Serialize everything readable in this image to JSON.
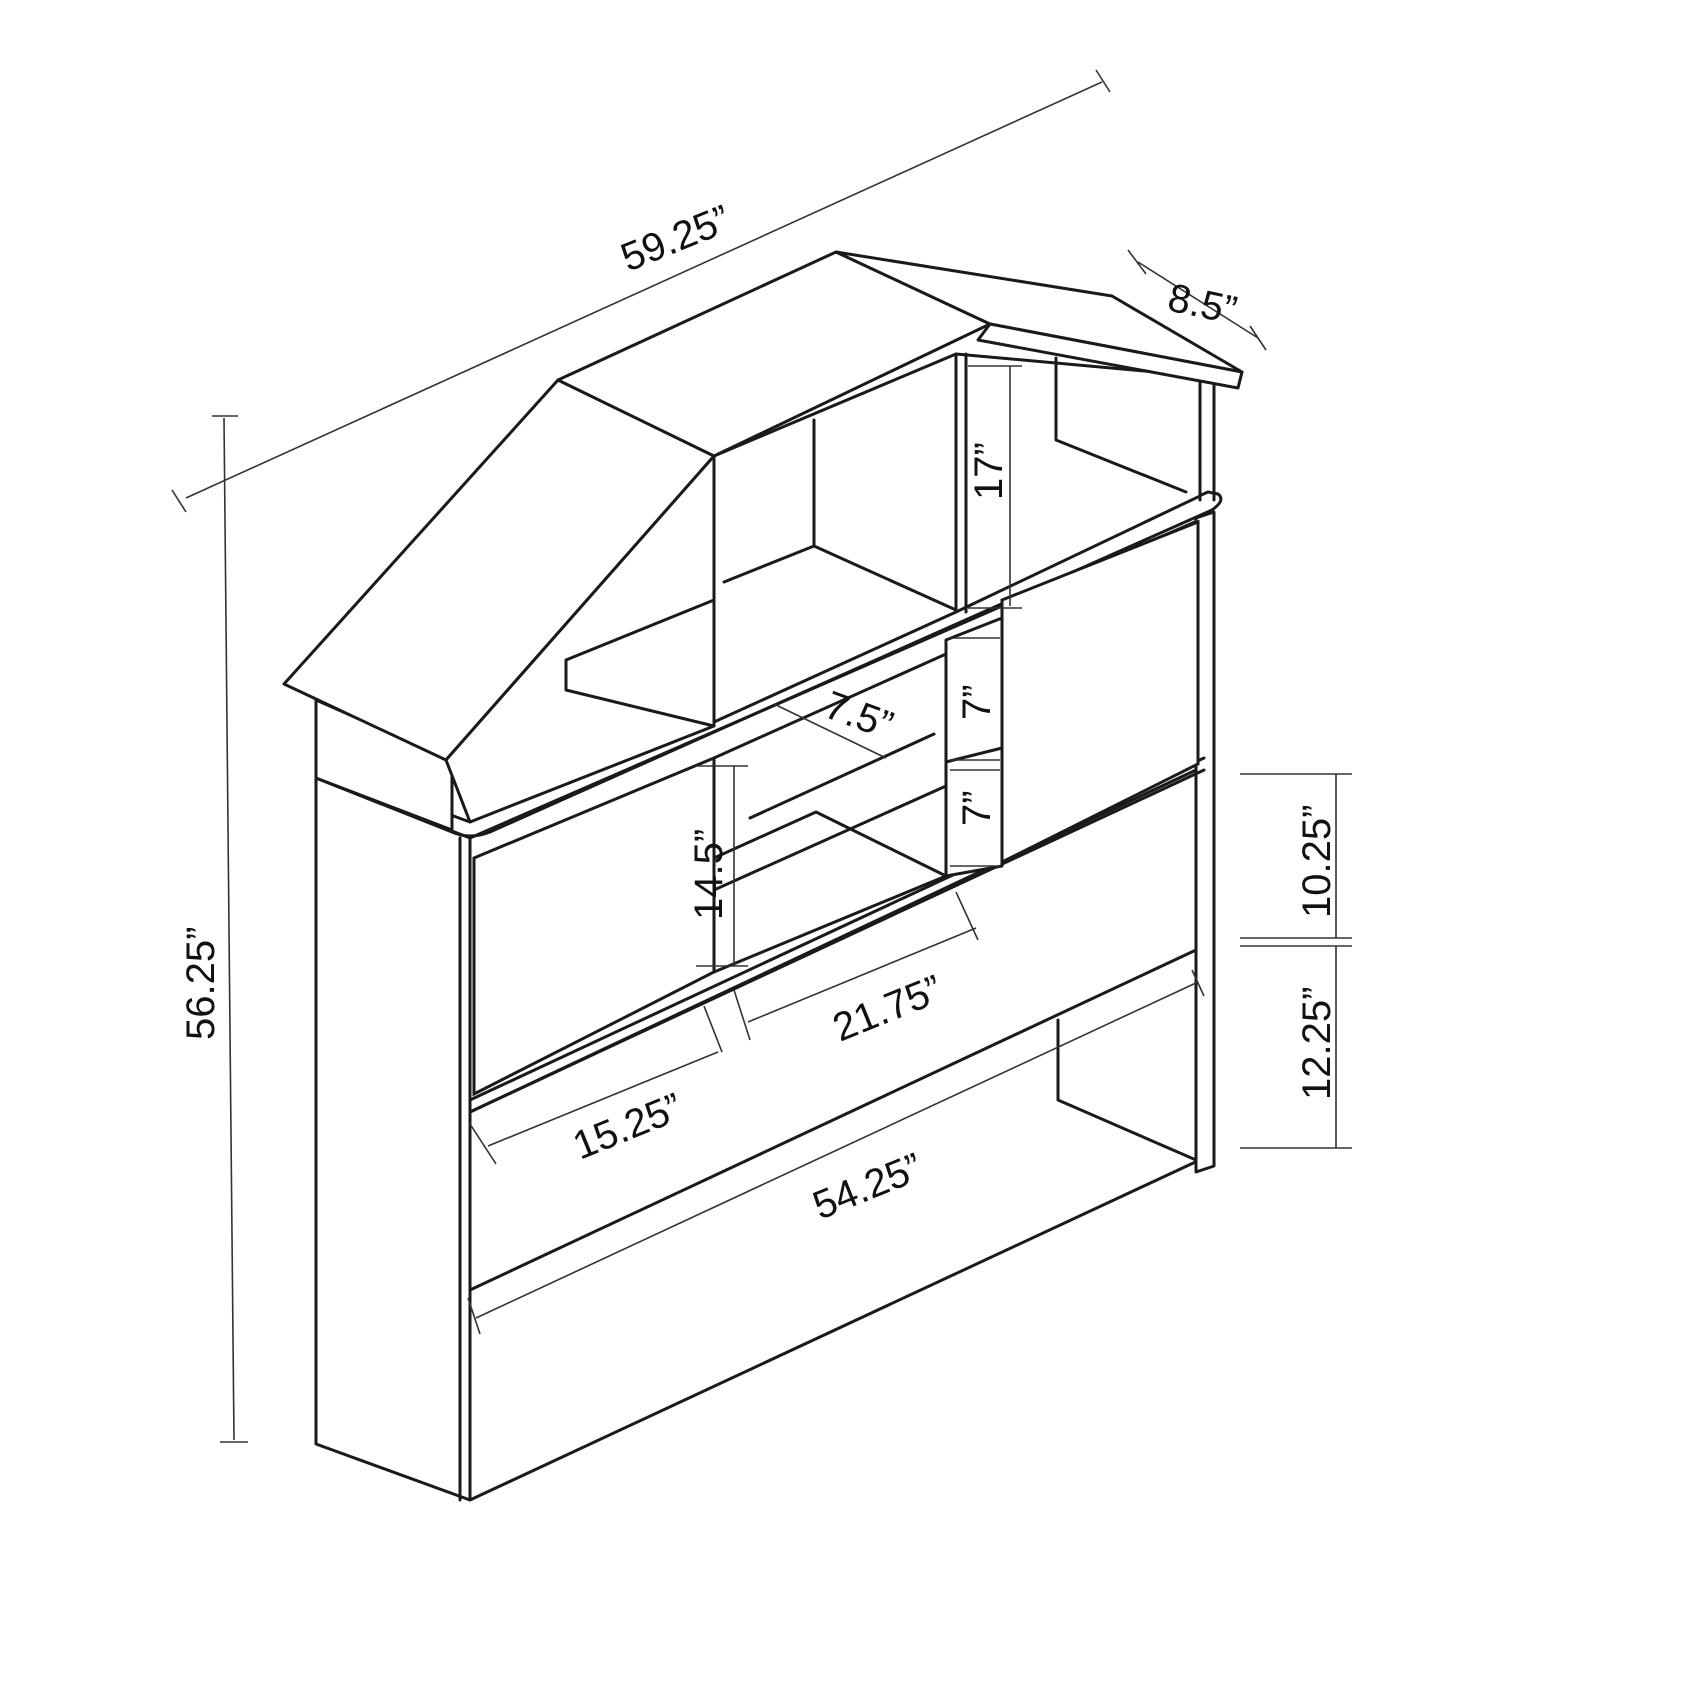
{
  "diagram": {
    "subject": "bookcase headboard with house-shaped roof",
    "colors": {
      "line": "#1a1a1a",
      "background": "#ffffff"
    },
    "dimensions": {
      "overall_width": "59.25”",
      "depth": "8.5”",
      "overall_height": "56.25”",
      "upper_shelf_height": "17”",
      "small_shelf_upper": "7”",
      "small_shelf_lower": "7”",
      "shelf_depth": "7.5”",
      "left_cubby_height": "14.5”",
      "center_opening_width": "21.75”",
      "left_opening_width": "15.25”",
      "inner_width": "54.25”",
      "upper_panel_height": "10.25”",
      "lower_panel_height": "12.25”"
    }
  }
}
